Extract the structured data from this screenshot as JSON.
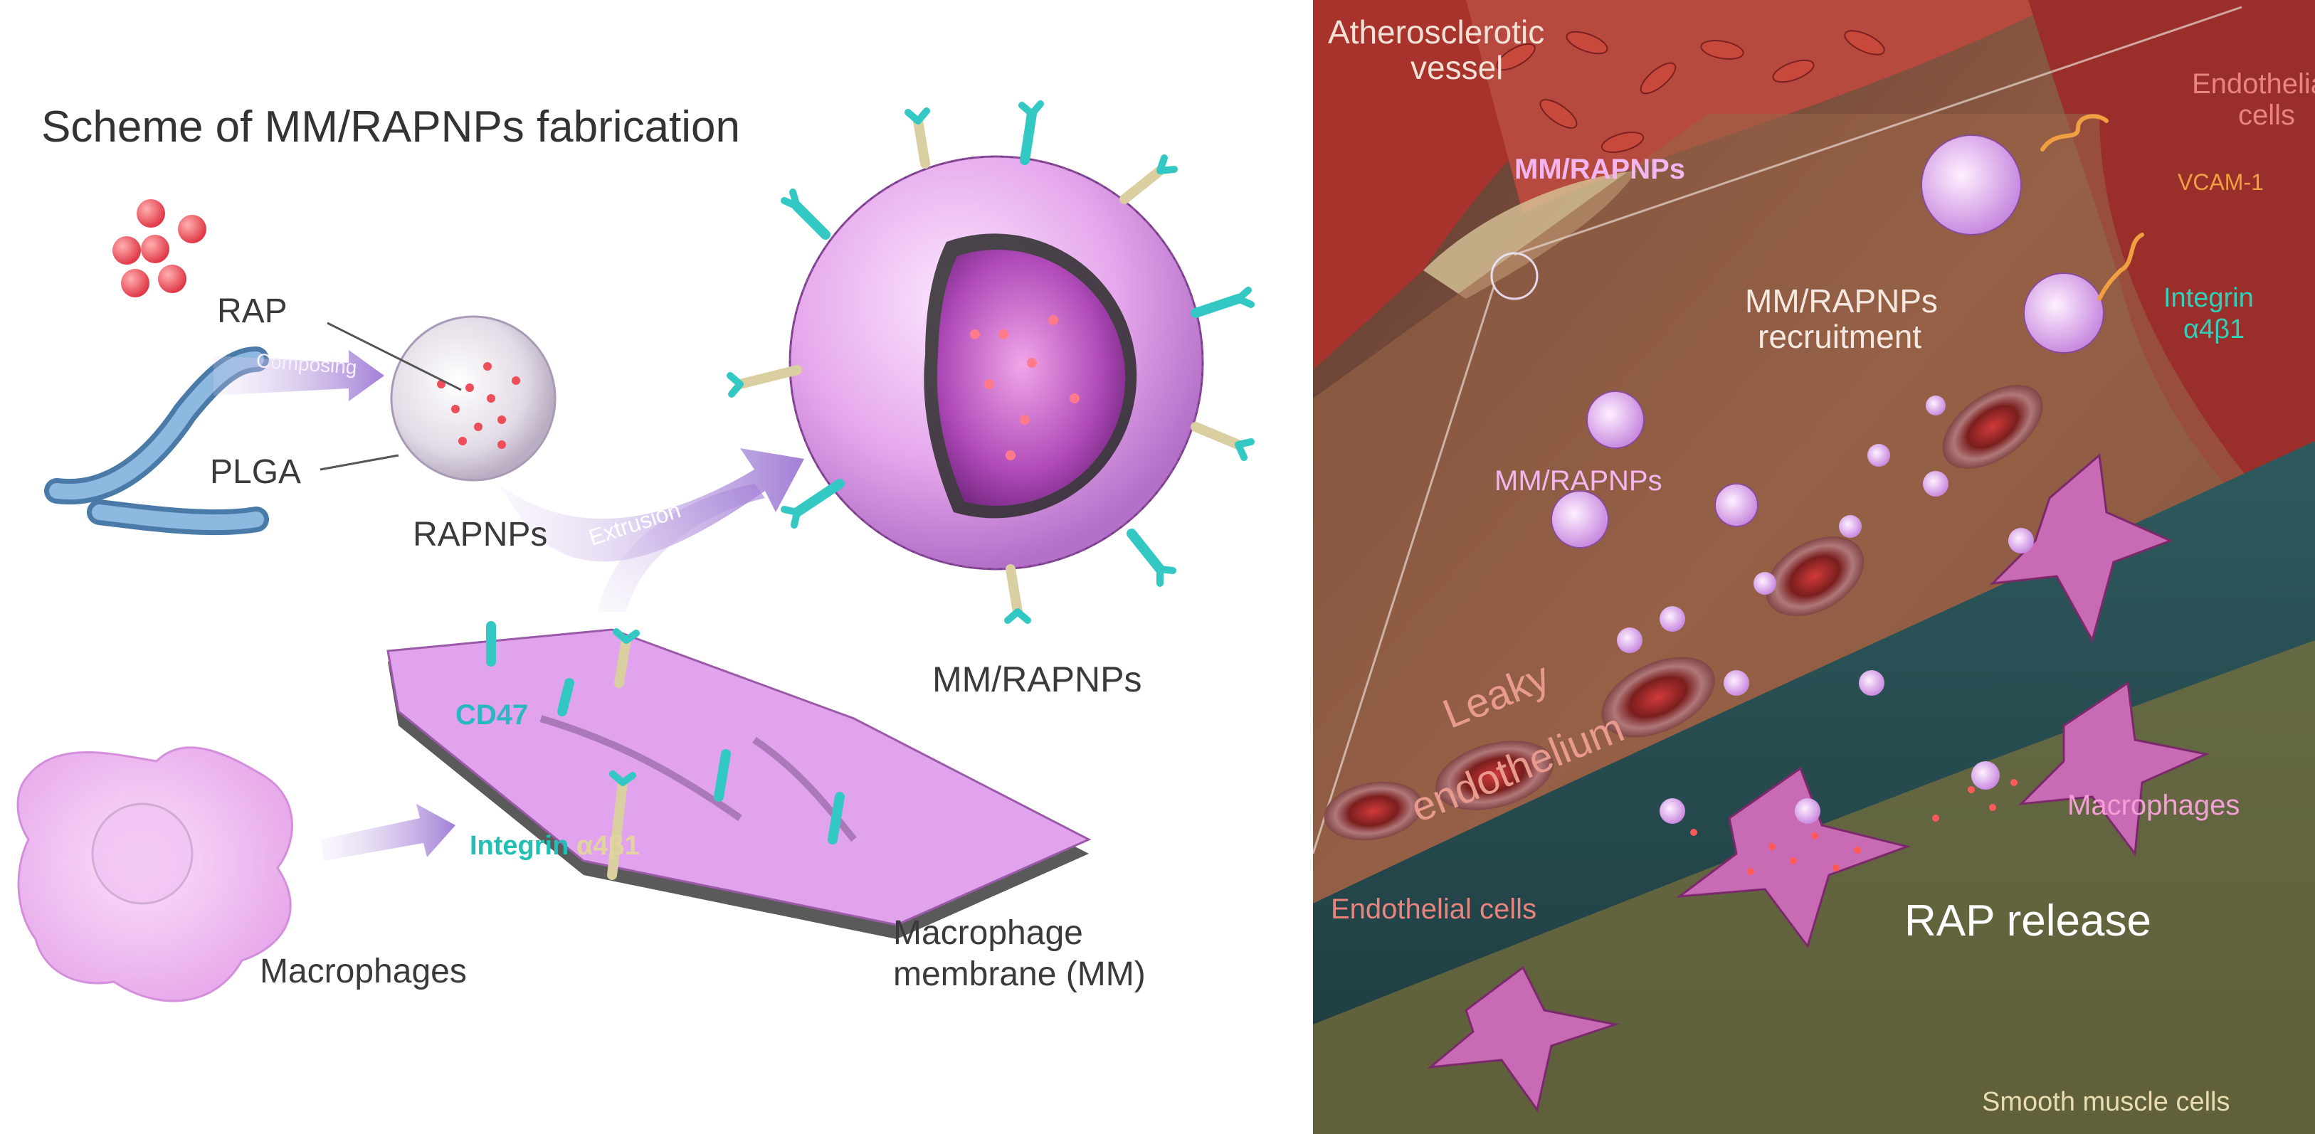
{
  "left_panel": {
    "title": "Scheme of MM/RAPNPs fabrication",
    "labels": {
      "rap": "RAP",
      "plga": "PLGA",
      "composing": "Composing",
      "rapnps": "RAPNPs",
      "extrusion": "Extrusion",
      "mm_rapnps": "MM/RAPNPs",
      "cd47": "CD47",
      "integrin_prefix": "Integrin",
      "integrin_suffix": "α4β1",
      "macrophages": "Macrophages",
      "membrane_line1": "Macrophage",
      "membrane_line2": "membrane (MM)"
    }
  },
  "right_panel": {
    "labels": {
      "vessel_line1": "Atherosclerotic",
      "vessel_line2": "vessel",
      "mm_rapnps_top": "MM/RAPNPs",
      "endothelial_line1": "Endothelial",
      "endothelial_line2": "cells",
      "vcam": "VCAM-1",
      "integrin_line1": "Integrin",
      "integrin_line2": "α4β1",
      "recruitment_line1": "MM/RAPNPs",
      "recruitment_line2": "recruitment",
      "mm_rapnps_mid": "MM/RAPNPs",
      "leaky_line1": "Leaky",
      "leaky_line2": "endothelium",
      "macrophages": "Macrophages",
      "endothelial_bottom": "Endothelial cells",
      "rap_release": "RAP release",
      "smooth_muscle": "Smooth muscle cells"
    }
  },
  "colors": {
    "membrane_pink": "#e6a8ec",
    "nanoparticle_pink": "#d78fe6",
    "cyan_protein": "#34c8c4",
    "rap_red": "#ee4e5a",
    "plga_blue": "#6f9fd0",
    "vessel_red": "#a8322c",
    "vessel_bg": "#7a4a3c",
    "tissue_dark": "#274c52",
    "muscle_yellow": "#b8a040",
    "cell_magenta": "#c96ab4",
    "arrow_purple": "#b08ad8"
  }
}
